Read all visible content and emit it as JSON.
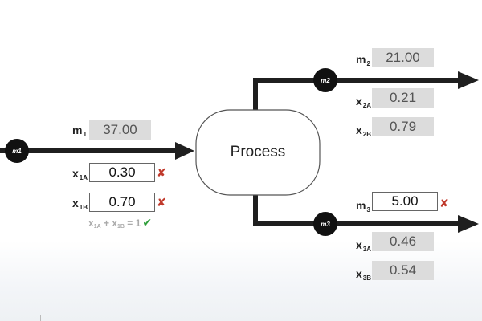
{
  "diagram": {
    "process_label": "Process",
    "nodes": {
      "m1": "m1",
      "m2": "m2",
      "m3": "m3"
    }
  },
  "stream1": {
    "m_label": "m",
    "m_sub": "1",
    "m_value": "37.00",
    "x1a_label": "x",
    "x1a_sub": "1A",
    "x1a_value": "0.30",
    "x1a_status": "✘",
    "x1b_label": "x",
    "x1b_sub": "1B",
    "x1b_value": "0.70",
    "x1b_status": "✘",
    "sum_x": "x",
    "sum_a_sub": "1A",
    "sum_plus": " + x",
    "sum_b_sub": "1B",
    "sum_eq": " = 1",
    "sum_status": "✔"
  },
  "stream2": {
    "m_label": "m",
    "m_sub": "2",
    "m_value": "21.00",
    "x2a_label": "x",
    "x2a_sub": "2A",
    "x2a_value": "0.21",
    "x2b_label": "x",
    "x2b_sub": "2B",
    "x2b_value": "0.79"
  },
  "stream3": {
    "m_label": "m",
    "m_sub": "3",
    "m_value": "5.00",
    "m_status": "✘",
    "x3a_label": "x",
    "x3a_sub": "3A",
    "x3a_value": "0.46",
    "x3b_label": "x",
    "x3b_sub": "3B",
    "x3b_value": "0.54"
  },
  "colors": {
    "stream_line": "#1f1f1f",
    "readonly_bg": "#dcdcdc",
    "error": "#c0392b",
    "ok": "#2e9e3a"
  }
}
